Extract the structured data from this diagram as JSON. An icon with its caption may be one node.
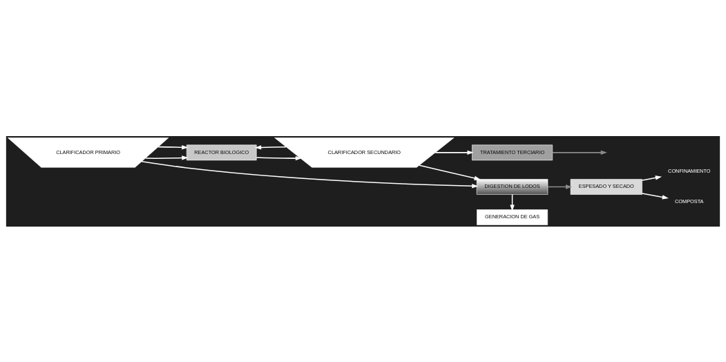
{
  "diagram": {
    "nodes": [
      {
        "text": [
          "CLARIFICADOR PRIMARIO"
        ]
      },
      {
        "text": [
          "REACTOR BIOLOGICO"
        ]
      },
      {
        "text": [
          "CLARIFICADOR SECUNDARIO"
        ]
      },
      {
        "text": [
          "TRATAMIENTO TERCIARIO"
        ]
      },
      {
        "text": [
          "ESPESADO Y SECADO"
        ]
      },
      {
        "text": [
          "DIGESTION DE LODOS"
        ]
      },
      {
        "text": [
          "GENERACION DE GAS"
        ]
      },
      {
        "text": [
          "CONFINAMIENTO"
        ]
      },
      {
        "text": [
          "COMPOSTA"
        ]
      }
    ],
    "edges": [
      {
        "from": 0,
        "to": 1,
        "arrow": "to"
      },
      {
        "from": 1,
        "to": 2,
        "arrow": "to"
      },
      {
        "from": 2,
        "to": 3,
        "arrow": "to"
      },
      {
        "from": 3,
        "to": null,
        "arrow": "to",
        "color": "#8c8c8c"
      },
      {
        "from": 0,
        "to": 1,
        "arrow": "to"
      },
      {
        "from": 0,
        "to": 5,
        "arrow": "to"
      },
      {
        "from": 2,
        "to": 1,
        "arrow": "to"
      },
      {
        "from": 2,
        "to": 5,
        "arrow": "to"
      },
      {
        "from": 5,
        "to": 4,
        "arrow": "to",
        "color": "#8c8c8c"
      },
      {
        "from": 5,
        "to": 6,
        "arrow": "to"
      },
      {
        "from": 4,
        "to": 7,
        "arrow": "to"
      },
      {
        "from": 4,
        "to": 8,
        "arrow": "to"
      }
    ]
  }
}
